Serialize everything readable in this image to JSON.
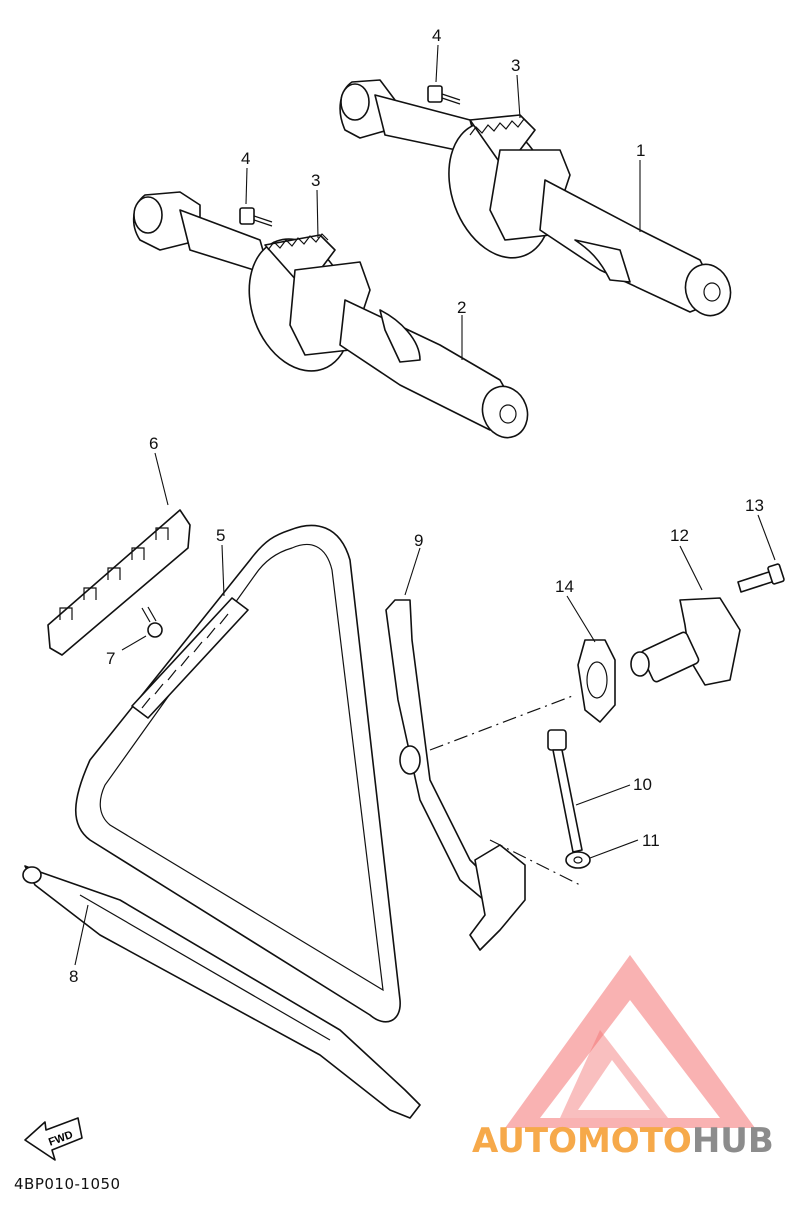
{
  "diagram": {
    "code": "4BP010-1050",
    "fwd_label": "FWD",
    "parts": [
      {
        "num": "1",
        "desc": "camshaft"
      },
      {
        "num": "2",
        "desc": "camshaft"
      },
      {
        "num": "3",
        "desc": "sprocket"
      },
      {
        "num": "3",
        "desc": "sprocket"
      },
      {
        "num": "4",
        "desc": "bolt"
      },
      {
        "num": "4",
        "desc": "bolt"
      },
      {
        "num": "5",
        "desc": "cam chain"
      },
      {
        "num": "6",
        "desc": "chain guide"
      },
      {
        "num": "7",
        "desc": "bolt"
      },
      {
        "num": "8",
        "desc": "chain guide"
      },
      {
        "num": "9",
        "desc": "chain guide"
      },
      {
        "num": "10",
        "desc": "bolt"
      },
      {
        "num": "11",
        "desc": "washer"
      },
      {
        "num": "12",
        "desc": "tensioner assembly"
      },
      {
        "num": "13",
        "desc": "bolt"
      },
      {
        "num": "14",
        "desc": "gasket"
      }
    ]
  },
  "watermark": {
    "part1": "AUTOMOTO",
    "part2": "HUB",
    "color_red": "#f25a5a",
    "color_orange": "#f6a94a",
    "color_gray": "#8c8c8c"
  }
}
